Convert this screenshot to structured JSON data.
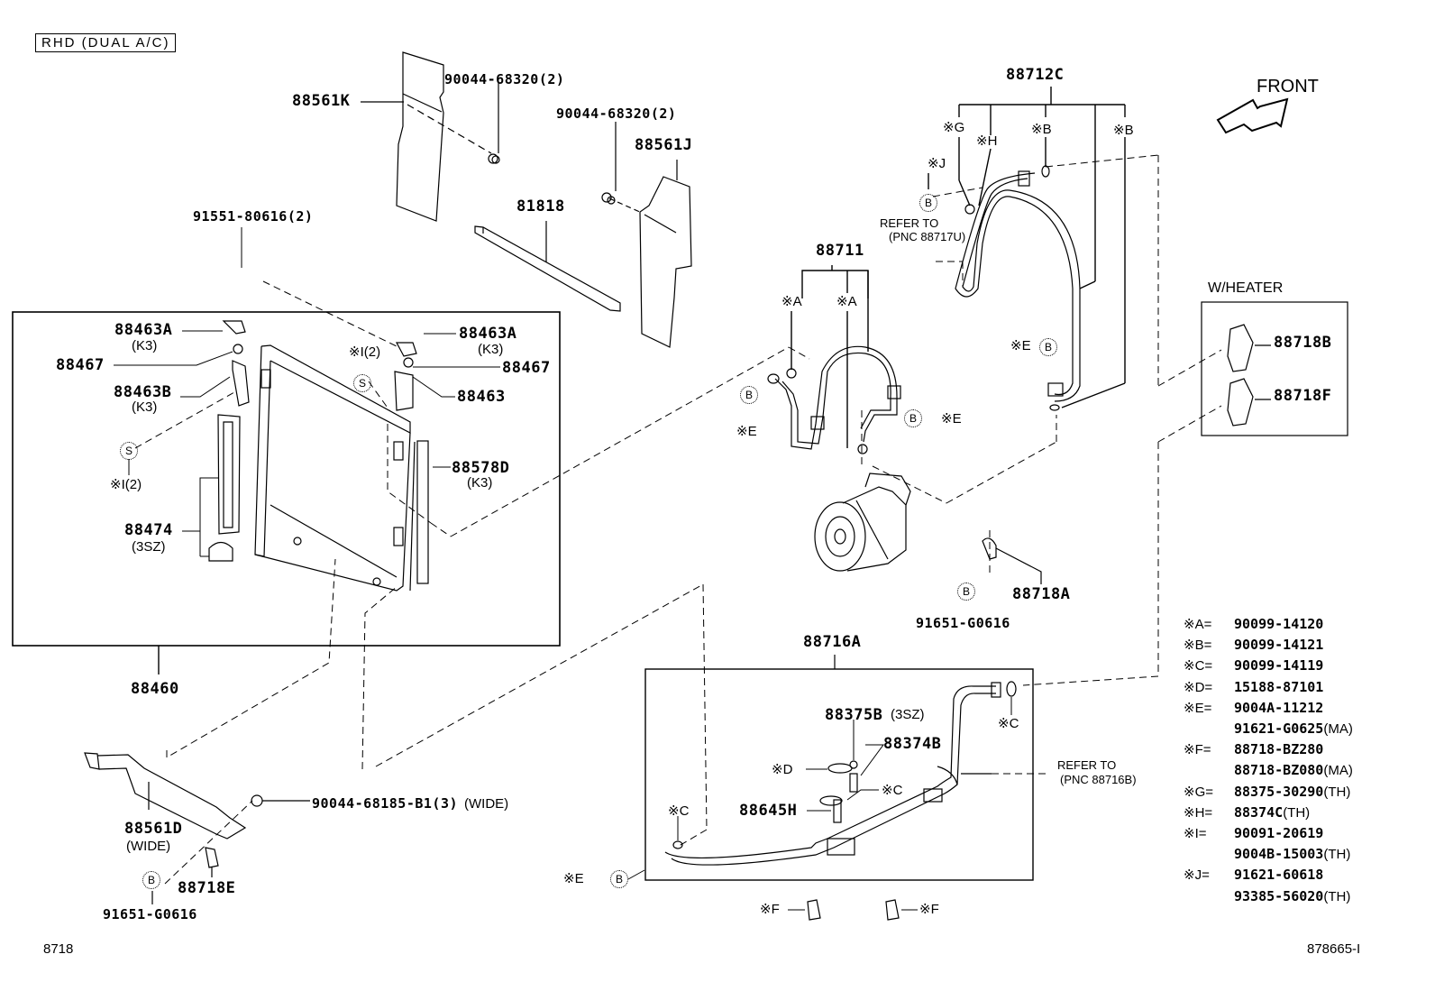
{
  "header": {
    "variant_label": "RHD (DUAL A/C)"
  },
  "orientation": {
    "label": "FRONT",
    "icon": "front-arrow-icon"
  },
  "group_labels": {
    "w_heater": "W/HEATER",
    "refer_to_1": "REFER TO",
    "refer_to_1_pnc": "(PNC 88717U)",
    "refer_to_2": "REFER TO",
    "refer_to_2_pnc": "(PNC 88716B)"
  },
  "parts": {
    "p88561K": "88561K",
    "p90044_68320_a": "90044-68320(2)",
    "p90044_68320_b": "90044-68320(2)",
    "p88561J": "88561J",
    "p81818": "81818",
    "p91551_80616": "91551-80616(2)",
    "p88463A_left": "88463A",
    "p88463A_left_note": "(K3)",
    "p88467_left": "88467",
    "p88463B": "88463B",
    "p88463B_note": "(K3)",
    "p88474": "88474",
    "p88474_note": "(3SZ)",
    "p88463A_right": "88463A",
    "p88463A_right_note": "(K3)",
    "p88467_right": "88467",
    "p88463": "88463",
    "p88578D": "88578D",
    "p88578D_note": "(K3)",
    "p88460": "88460",
    "p88561D": "88561D",
    "p88561D_note": "(WIDE)",
    "p90044_68185": "90044-68185-B1(3)",
    "p90044_68185_note": "(WIDE)",
    "p88718E": "88718E",
    "p91651_G0616_left": "91651-G0616",
    "p88712C": "88712C",
    "p88711": "88711",
    "p88718B": "88718B",
    "p88718F": "88718F",
    "p88718A": "88718A",
    "p91651_G0616_right": "91651-G0616",
    "p88716A": "88716A",
    "p88375B": "88375B",
    "p88375B_note": "(3SZ)",
    "p88374B": "88374B",
    "p88645H": "88645H"
  },
  "callouts": {
    "g": "※G",
    "h": "※H",
    "j": "※J",
    "b1": "※B",
    "b2": "※B",
    "a1": "※A",
    "a2": "※A",
    "e1": "※E",
    "e2": "※E",
    "e3": "※E",
    "e4": "※E",
    "i_left": "※I(2)",
    "i_right": "※I(2)",
    "c1": "※C",
    "c2": "※C",
    "c3": "※C",
    "d": "※D",
    "f1": "※F",
    "f2": "※F"
  },
  "circle_marks": {
    "b": "B",
    "s": "S"
  },
  "legend": [
    {
      "key": "※A=",
      "values": [
        {
          "part": "90099-14120",
          "note": ""
        }
      ]
    },
    {
      "key": "※B=",
      "values": [
        {
          "part": "90099-14121",
          "note": ""
        }
      ]
    },
    {
      "key": "※C=",
      "values": [
        {
          "part": "90099-14119",
          "note": ""
        }
      ]
    },
    {
      "key": "※D=",
      "values": [
        {
          "part": "15188-87101",
          "note": ""
        }
      ]
    },
    {
      "key": "※E=",
      "values": [
        {
          "part": "9004A-11212",
          "note": ""
        },
        {
          "part": "91621-G0625",
          "note": "(MA)"
        }
      ]
    },
    {
      "key": "※F=",
      "values": [
        {
          "part": "88718-BZ280",
          "note": ""
        },
        {
          "part": "88718-BZ080",
          "note": "(MA)"
        }
      ]
    },
    {
      "key": "※G=",
      "values": [
        {
          "part": "88375-30290",
          "note": "(TH)"
        }
      ]
    },
    {
      "key": "※H=",
      "values": [
        {
          "part": "88374C",
          "note": "(TH)"
        }
      ]
    },
    {
      "key": "※I=",
      "values": [
        {
          "part": "90091-20619",
          "note": ""
        },
        {
          "part": "9004B-15003",
          "note": "(TH)"
        }
      ]
    },
    {
      "key": "※J=",
      "values": [
        {
          "part": "91621-60618",
          "note": ""
        },
        {
          "part": "93385-56020",
          "note": "(TH)"
        }
      ]
    }
  ],
  "footer": {
    "section_code": "8718",
    "illustration_id": "878665-I"
  }
}
